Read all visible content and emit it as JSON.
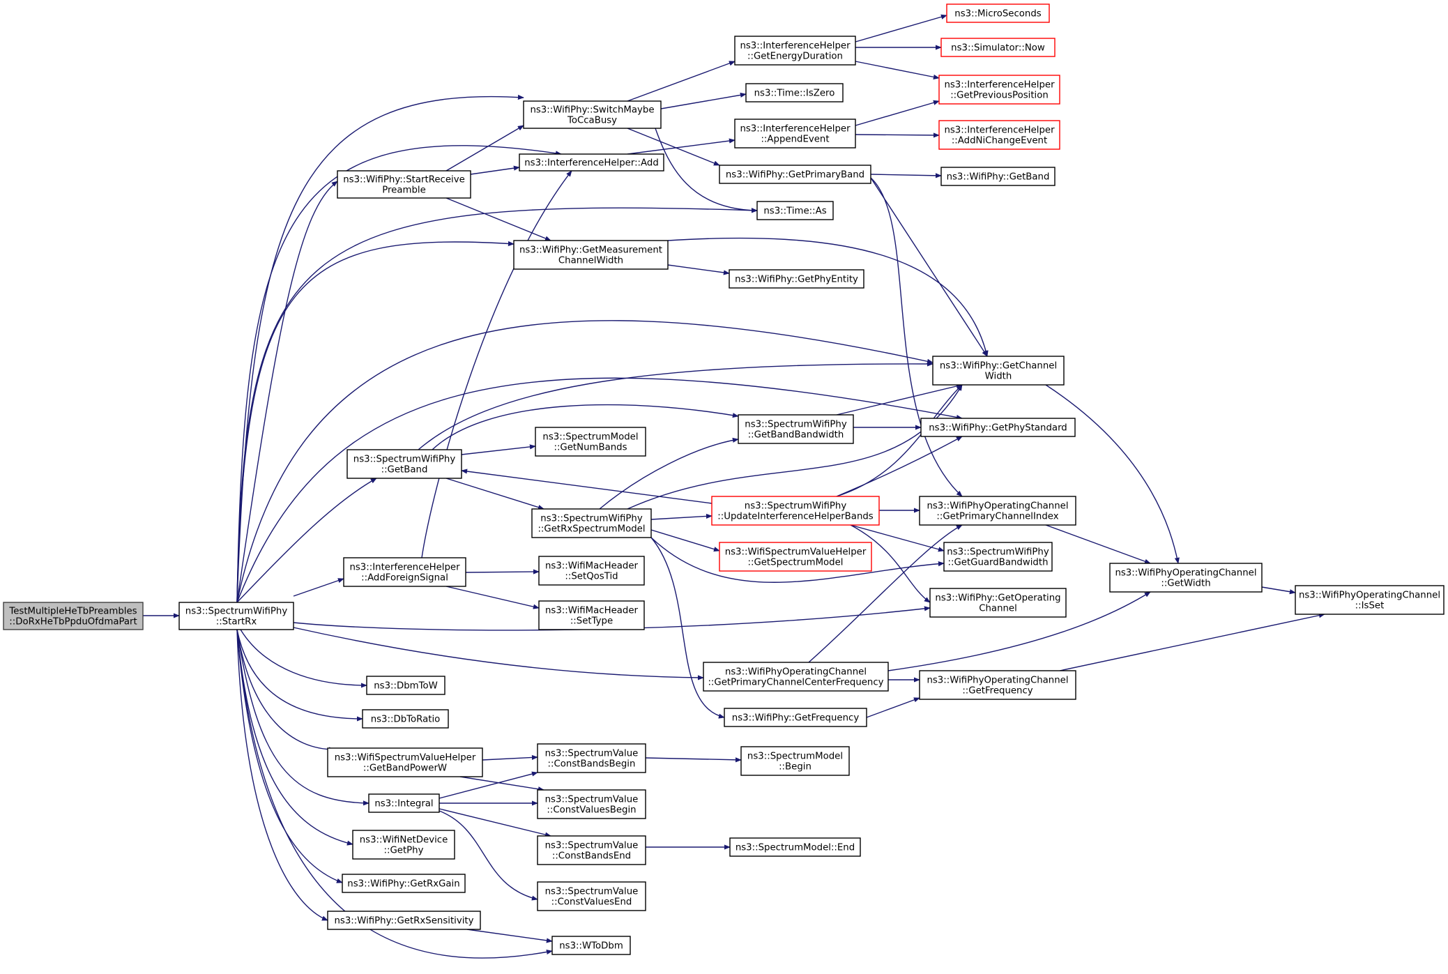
{
  "diagram": {
    "kind": "call graph",
    "colors": {
      "edge": "#191970",
      "node_fill": "#ffffff",
      "node_border": "#000000",
      "node_border_truncated": "#ff0000",
      "root_fill": "#bfbfbf",
      "root_border": "#404040"
    }
  },
  "nodes": [
    {
      "id": "root",
      "lines": [
        "TestMultipleHeTbPreambles",
        "::DoRxHeTbPpduOfdmaPart"
      ],
      "style": "root"
    },
    {
      "id": "startrx",
      "lines": [
        "ns3::SpectrumWifiPhy",
        "::StartRx"
      ]
    },
    {
      "id": "srp",
      "lines": [
        "ns3::WifiPhy::StartReceive",
        "Preamble"
      ]
    },
    {
      "id": "switch",
      "lines": [
        "ns3::WifiPhy::SwitchMaybe",
        "ToCcaBusy"
      ]
    },
    {
      "id": "ihadd",
      "lines": [
        "ns3::InterferenceHelper::Add"
      ]
    },
    {
      "id": "gmcw",
      "lines": [
        "ns3::WifiPhy::GetMeasurement",
        "ChannelWidth"
      ]
    },
    {
      "id": "getband",
      "lines": [
        "ns3::SpectrumWifiPhy",
        "::GetBand"
      ]
    },
    {
      "id": "afs",
      "lines": [
        "ns3::InterferenceHelper",
        "::AddForeignSignal"
      ]
    },
    {
      "id": "dbmtow",
      "lines": [
        "ns3::DbmToW"
      ]
    },
    {
      "id": "dbtoratio",
      "lines": [
        "ns3::DbToRatio"
      ]
    },
    {
      "id": "gbpw",
      "lines": [
        "ns3::WifiSpectrumValueHelper",
        "::GetBandPowerW"
      ]
    },
    {
      "id": "integral",
      "lines": [
        "ns3::Integral"
      ]
    },
    {
      "id": "netdev",
      "lines": [
        "ns3::WifiNetDevice",
        "::GetPhy"
      ]
    },
    {
      "id": "rxgain",
      "lines": [
        "ns3::WifiPhy::GetRxGain"
      ]
    },
    {
      "id": "rxsens",
      "lines": [
        "ns3::WifiPhy::GetRxSensitivity"
      ]
    },
    {
      "id": "numbands",
      "lines": [
        "ns3::SpectrumModel",
        "::GetNumBands"
      ]
    },
    {
      "id": "rxsm",
      "lines": [
        "ns3::SpectrumWifiPhy",
        "::GetRxSpectrumModel"
      ]
    },
    {
      "id": "setqos",
      "lines": [
        "ns3::WifiMacHeader",
        "::SetQosTid"
      ]
    },
    {
      "id": "settype",
      "lines": [
        "ns3::WifiMacHeader",
        "::SetType"
      ]
    },
    {
      "id": "cbb",
      "lines": [
        "ns3::SpectrumValue",
        "::ConstBandsBegin"
      ]
    },
    {
      "id": "cvb",
      "lines": [
        "ns3::SpectrumValue",
        "::ConstValuesBegin"
      ]
    },
    {
      "id": "cbe",
      "lines": [
        "ns3::SpectrumValue",
        "::ConstBandsEnd"
      ]
    },
    {
      "id": "cve",
      "lines": [
        "ns3::SpectrumValue",
        "::ConstValuesEnd"
      ]
    },
    {
      "id": "wtodbm",
      "lines": [
        "ns3::WToDbm"
      ]
    },
    {
      "id": "ged",
      "lines": [
        "ns3::InterferenceHelper",
        "::GetEnergyDuration"
      ]
    },
    {
      "id": "iszero",
      "lines": [
        "ns3::Time::IsZero"
      ]
    },
    {
      "id": "append",
      "lines": [
        "ns3::InterferenceHelper",
        "::AppendEvent"
      ]
    },
    {
      "id": "gpb",
      "lines": [
        "ns3::WifiPhy::GetPrimaryBand"
      ]
    },
    {
      "id": "timeas",
      "lines": [
        "ns3::Time::As"
      ]
    },
    {
      "id": "gpe",
      "lines": [
        "ns3::WifiPhy::GetPhyEntity"
      ]
    },
    {
      "id": "gbbw",
      "lines": [
        "ns3::SpectrumWifiPhy",
        "::GetBandBandwidth"
      ]
    },
    {
      "id": "uihb",
      "lines": [
        "ns3::SpectrumWifiPhy",
        "::UpdateInterferenceHelperBands"
      ],
      "style": "truncated"
    },
    {
      "id": "gsm",
      "lines": [
        "ns3::WifiSpectrumValueHelper",
        "::GetSpectrumModel"
      ],
      "style": "truncated"
    },
    {
      "id": "gpccf",
      "lines": [
        "ns3::WifiPhyOperatingChannel",
        "::GetPrimaryChannelCenterFrequency"
      ]
    },
    {
      "id": "getfreq",
      "lines": [
        "ns3::WifiPhy::GetFrequency"
      ]
    },
    {
      "id": "smbegin",
      "lines": [
        "ns3::SpectrumModel",
        "::Begin"
      ]
    },
    {
      "id": "smend",
      "lines": [
        "ns3::SpectrumModel::End"
      ]
    },
    {
      "id": "micro",
      "lines": [
        "ns3::MicroSeconds"
      ],
      "style": "truncated"
    },
    {
      "id": "simnow",
      "lines": [
        "ns3::Simulator::Now"
      ],
      "style": "truncated"
    },
    {
      "id": "gpp",
      "lines": [
        "ns3::InterferenceHelper",
        "::GetPreviousPosition"
      ],
      "style": "truncated"
    },
    {
      "id": "anice",
      "lines": [
        "ns3::InterferenceHelper",
        "::AddNiChangeEvent"
      ],
      "style": "truncated"
    },
    {
      "id": "wpgetband",
      "lines": [
        "ns3::WifiPhy::GetBand"
      ]
    },
    {
      "id": "gcw",
      "lines": [
        "ns3::WifiPhy::GetChannel",
        "Width"
      ]
    },
    {
      "id": "gps",
      "lines": [
        "ns3::WifiPhy::GetPhyStandard"
      ]
    },
    {
      "id": "gpci",
      "lines": [
        "ns3::WifiPhyOperatingChannel",
        "::GetPrimaryChannelIndex"
      ]
    },
    {
      "id": "ggb",
      "lines": [
        "ns3::SpectrumWifiPhy",
        "::GetGuardBandwidth"
      ]
    },
    {
      "id": "goc",
      "lines": [
        "ns3::WifiPhy::GetOperating",
        "Channel"
      ]
    },
    {
      "id": "wpocfreq",
      "lines": [
        "ns3::WifiPhyOperatingChannel",
        "::GetFrequency"
      ]
    },
    {
      "id": "getwidth",
      "lines": [
        "ns3::WifiPhyOperatingChannel",
        "::GetWidth"
      ]
    },
    {
      "id": "isset",
      "lines": [
        "ns3::WifiPhyOperatingChannel",
        "::IsSet"
      ]
    }
  ],
  "edges": [
    [
      "root",
      "startrx"
    ],
    [
      "startrx",
      "switch"
    ],
    [
      "startrx",
      "ihadd"
    ],
    [
      "startrx",
      "srp"
    ],
    [
      "startrx",
      "timeas"
    ],
    [
      "startrx",
      "gmcw"
    ],
    [
      "startrx",
      "gcw"
    ],
    [
      "startrx",
      "gps"
    ],
    [
      "startrx",
      "getband"
    ],
    [
      "startrx",
      "afs"
    ],
    [
      "startrx",
      "goc"
    ],
    [
      "startrx",
      "gpccf"
    ],
    [
      "startrx",
      "dbmtow"
    ],
    [
      "startrx",
      "dbtoratio"
    ],
    [
      "startrx",
      "gbpw"
    ],
    [
      "startrx",
      "integral"
    ],
    [
      "startrx",
      "netdev"
    ],
    [
      "startrx",
      "rxgain"
    ],
    [
      "startrx",
      "rxsens"
    ],
    [
      "startrx",
      "wtodbm"
    ],
    [
      "srp",
      "switch"
    ],
    [
      "srp",
      "ihadd"
    ],
    [
      "srp",
      "gmcw"
    ],
    [
      "switch",
      "ged"
    ],
    [
      "switch",
      "iszero"
    ],
    [
      "switch",
      "gpb"
    ],
    [
      "switch",
      "timeas"
    ],
    [
      "ihadd",
      "append"
    ],
    [
      "gmcw",
      "gcw"
    ],
    [
      "gmcw",
      "gpe"
    ],
    [
      "getband",
      "gcw"
    ],
    [
      "getband",
      "gbbw"
    ],
    [
      "getband",
      "numbands"
    ],
    [
      "getband",
      "rxsm"
    ],
    [
      "afs",
      "ihadd"
    ],
    [
      "afs",
      "setqos"
    ],
    [
      "afs",
      "settype"
    ],
    [
      "gbpw",
      "cbb"
    ],
    [
      "gbpw",
      "cvb"
    ],
    [
      "integral",
      "cbb"
    ],
    [
      "integral",
      "cvb"
    ],
    [
      "integral",
      "cbe"
    ],
    [
      "integral",
      "cve"
    ],
    [
      "rxsens",
      "wtodbm"
    ],
    [
      "rxsm",
      "gbbw"
    ],
    [
      "rxsm",
      "gcw"
    ],
    [
      "rxsm",
      "uihb"
    ],
    [
      "rxsm",
      "gsm"
    ],
    [
      "rxsm",
      "ggb"
    ],
    [
      "rxsm",
      "getfreq"
    ],
    [
      "uihb",
      "getband"
    ],
    [
      "uihb",
      "gcw"
    ],
    [
      "uihb",
      "gps"
    ],
    [
      "uihb",
      "gpci"
    ],
    [
      "uihb",
      "ggb"
    ],
    [
      "uihb",
      "goc"
    ],
    [
      "gbbw",
      "gcw"
    ],
    [
      "gbbw",
      "gps"
    ],
    [
      "ged",
      "micro"
    ],
    [
      "ged",
      "simnow"
    ],
    [
      "ged",
      "gpp"
    ],
    [
      "append",
      "gpp"
    ],
    [
      "append",
      "anice"
    ],
    [
      "gpb",
      "wpgetband"
    ],
    [
      "gpb",
      "gcw"
    ],
    [
      "gpb",
      "gpci"
    ],
    [
      "gpccf",
      "gpci"
    ],
    [
      "gpccf",
      "wpocfreq"
    ],
    [
      "gpccf",
      "getwidth"
    ],
    [
      "getfreq",
      "wpocfreq"
    ],
    [
      "cbb",
      "smbegin"
    ],
    [
      "cbe",
      "smend"
    ],
    [
      "gcw",
      "getwidth"
    ],
    [
      "gpci",
      "getwidth"
    ],
    [
      "wpocfreq",
      "isset"
    ],
    [
      "getwidth",
      "isset"
    ]
  ]
}
